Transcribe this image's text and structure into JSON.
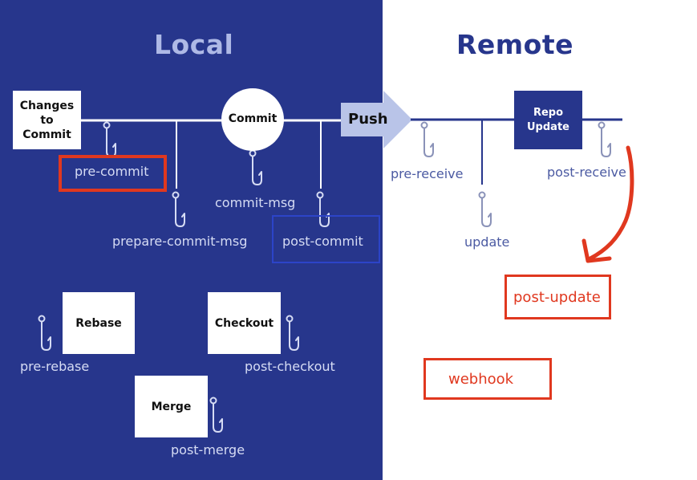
{
  "local": {
    "title": "Local",
    "nodes": {
      "changes": "Changes to Commit",
      "commit": "Commit",
      "rebase": "Rebase",
      "checkout": "Checkout",
      "merge": "Merge"
    },
    "hooks": {
      "pre_commit": "pre-commit",
      "commit_msg": "commit-msg",
      "prepare_commit_msg": "prepare-commit-msg",
      "post_commit": "post-commit",
      "pre_rebase": "pre-rebase",
      "post_checkout": "post-checkout",
      "post_merge": "post-merge"
    }
  },
  "push": {
    "label": "Push"
  },
  "remote": {
    "title": "Remote",
    "nodes": {
      "repo_update": "Repo Update"
    },
    "hooks": {
      "pre_receive": "pre-receive",
      "update": "update",
      "post_receive": "post-receive"
    },
    "annotations": {
      "post_update": "post-update",
      "webhook": "webhook"
    }
  },
  "colors": {
    "local_bg": "#27368c",
    "remote_title": "#27368c",
    "highlight_red": "#e0381f",
    "highlight_blue": "#2c44c8",
    "push_arrow": "#b9c4e8",
    "hook_local": "#d6dcf4",
    "hook_remote": "#8a92b8"
  }
}
